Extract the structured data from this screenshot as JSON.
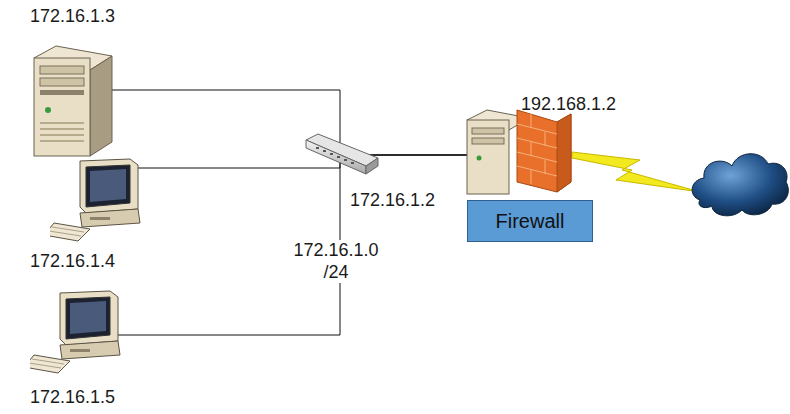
{
  "diagram": {
    "nodes": [
      {
        "text": [
          "172.16.1.3"
        ]
      },
      {
        "text": [
          "172.16.1.4"
        ]
      },
      {
        "text": [
          "172.16.1.5"
        ]
      },
      {
        "text": [
          "192.168.1.2",
          "172.16.1.2",
          "Firewall"
        ]
      }
    ],
    "edges": [
      {
        "from": 0,
        "to": 3,
        "arrow": "none"
      },
      {
        "from": 1,
        "to": 3,
        "arrow": "none"
      },
      {
        "from": 2,
        "to": 3,
        "arrow": "none"
      }
    ],
    "labels": [
      "172.16.1.0 /24"
    ]
  }
}
